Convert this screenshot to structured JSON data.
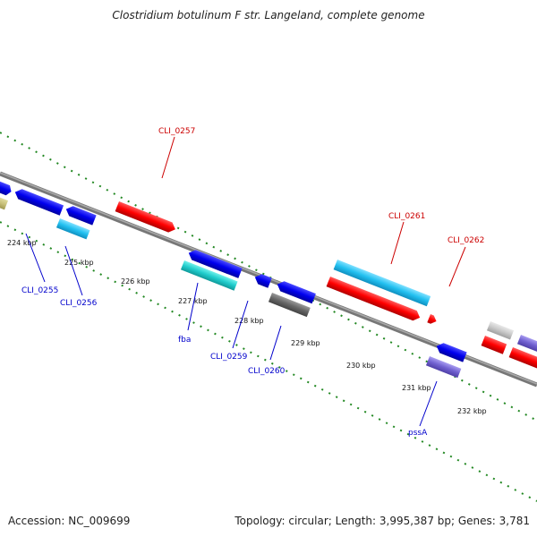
{
  "title": "Clostridium botulinum F str. Langeland, complete genome",
  "footer": {
    "accession": "Accession: NC_009699",
    "summary": "Topology: circular; Length: 3,995,387 bp; Genes: 3,781"
  },
  "colors": {
    "forward_label": "#cc0000",
    "reverse_label": "#0000cc",
    "backbone": "#888888",
    "tick_dots": "#228822"
  },
  "ticks": [
    "224 kbp",
    "225 kbp",
    "226 kbp",
    "227 kbp",
    "228 kbp",
    "229 kbp",
    "230 kbp",
    "231 kbp",
    "232 kbp"
  ],
  "gene_labels": {
    "forward": [
      "CLI_0257",
      "CLI_0261",
      "CLI_0262"
    ],
    "reverse": [
      "CLI_0255",
      "CLI_0256",
      "fba",
      "CLI_0259",
      "CLI_0260",
      "pssA"
    ]
  }
}
